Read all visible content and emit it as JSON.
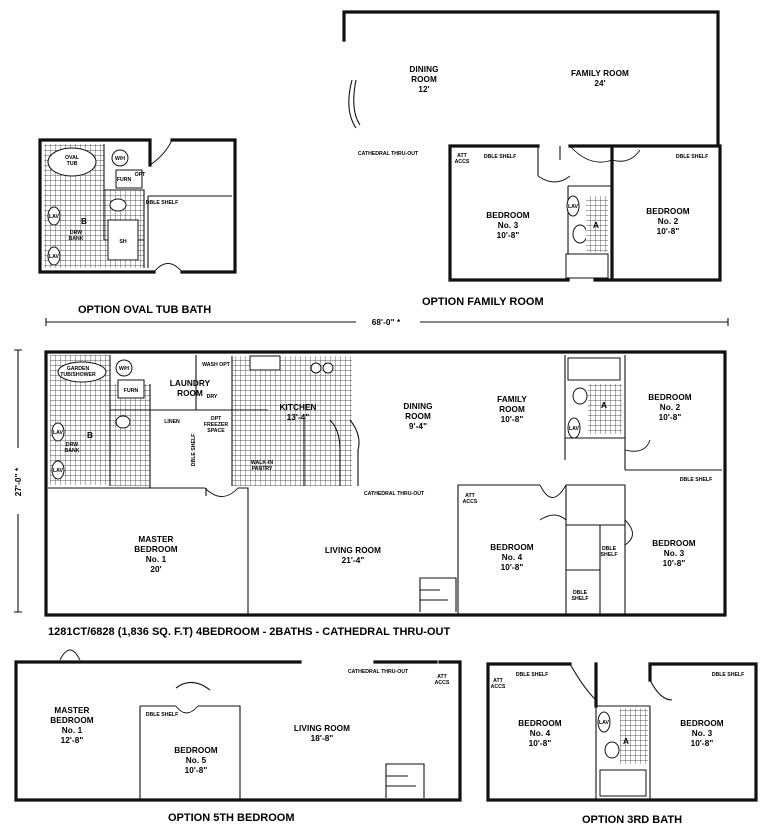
{
  "oval_tub": {
    "caption": "OPTION OVAL TUB BATH",
    "oval_tub": [
      "OVAL",
      "TUB"
    ],
    "wh": "W/H",
    "furn": "FURN",
    "opt": "OPT",
    "dble_shelf": "DBLE SHELF",
    "b": "B",
    "lav": "LAV",
    "drw_bank": [
      "DRW",
      "BANK"
    ],
    "sh": "SH"
  },
  "family_option": {
    "caption": "OPTION FAMILY ROOM",
    "dining": [
      "DINING",
      "ROOM",
      "12'"
    ],
    "family": [
      "FAMILY ROOM",
      "24'"
    ],
    "cathedral": "CATHEDRAL THRU-OUT",
    "att_access": [
      "ATT",
      "ACCS"
    ],
    "dble_shelf_left": "DBLE SHELF",
    "dble_shelf_right": "DBLE SHELF",
    "bedroom3": [
      "BEDROOM",
      "No. 3",
      "10'-8\""
    ],
    "bedroom2": [
      "BEDROOM",
      "No. 2",
      "10'-8\""
    ],
    "a": "A",
    "lav": "LAV"
  },
  "dimensions": {
    "width": "68'-0\"",
    "depth": "27'-0\"",
    "star": "*"
  },
  "main": {
    "caption": "1281CT/6828 (1,836 SQ. F.T) 4BEDROOM - 2BATHS - CATHEDRAL THRU-OUT",
    "garden_tub": [
      "GARDEN",
      "TUB/SHOWER"
    ],
    "wh": "W/H",
    "furn": "FURN",
    "wash_opt": "WASH OPT",
    "dry": "DRY",
    "laundry": [
      "LAUNDRY",
      "ROOM"
    ],
    "linen": "LINEN",
    "opt_freezer": [
      "OPT",
      "FREEZER",
      "SPACE"
    ],
    "dble_shelf_v": "DBLE SHELF",
    "b": "B",
    "lav": "LAV",
    "drw_bank": [
      "DRW",
      "BANK"
    ],
    "kitchen": [
      "KITCHEN",
      "13'-4\""
    ],
    "walk_in": [
      "WALK-IN",
      "PANTRY"
    ],
    "dining": [
      "DINING",
      "ROOM",
      "9'-4\""
    ],
    "family": [
      "FAMILY",
      "ROOM",
      "10'-8\""
    ],
    "bedroom2": [
      "BEDROOM",
      "No. 2",
      "10'-8\""
    ],
    "a": "A",
    "dble_shelf_br2": "DBLE SHELF",
    "cathedral": "CATHEDRAL THRU-OUT",
    "att_access": [
      "ATT",
      "ACCS"
    ],
    "master": [
      "MASTER",
      "BEDROOM",
      "No. 1",
      "20'"
    ],
    "living": [
      "LIVING ROOM",
      "21'-4\""
    ],
    "bedroom4": [
      "BEDROOM",
      "No. 4",
      "10'-8\""
    ],
    "bedroom3": [
      "BEDROOM",
      "No. 3",
      "10'-8\""
    ],
    "dble_shelf_a": [
      "DBLE",
      "SHELF"
    ],
    "dble_shelf_b": [
      "DBLE",
      "SHELF"
    ]
  },
  "fifth_bedroom": {
    "caption": "OPTION 5TH BEDROOM",
    "cathedral": "CATHEDRAL THRU-OUT",
    "att_access": [
      "ATT",
      "ACCS"
    ],
    "master": [
      "MASTER",
      "BEDROOM",
      "No. 1",
      "12'-8\""
    ],
    "dble_shelf": "DBLE SHELF",
    "bedroom5": [
      "BEDROOM",
      "No. 5",
      "10'-8\""
    ],
    "living": [
      "LIVING ROOM",
      "18'-8\""
    ]
  },
  "third_bath": {
    "caption": "OPTION 3RD BATH",
    "att_access": [
      "ATT",
      "ACCS"
    ],
    "dble_shelf_left": "DBLE SHELF",
    "dble_shelf_right": "DBLE SHELF",
    "bedroom4": [
      "BEDROOM",
      "No. 4",
      "10'-8\""
    ],
    "bedroom3": [
      "BEDROOM",
      "No. 3",
      "10'-8\""
    ],
    "a": "A",
    "lav": "LAV"
  }
}
